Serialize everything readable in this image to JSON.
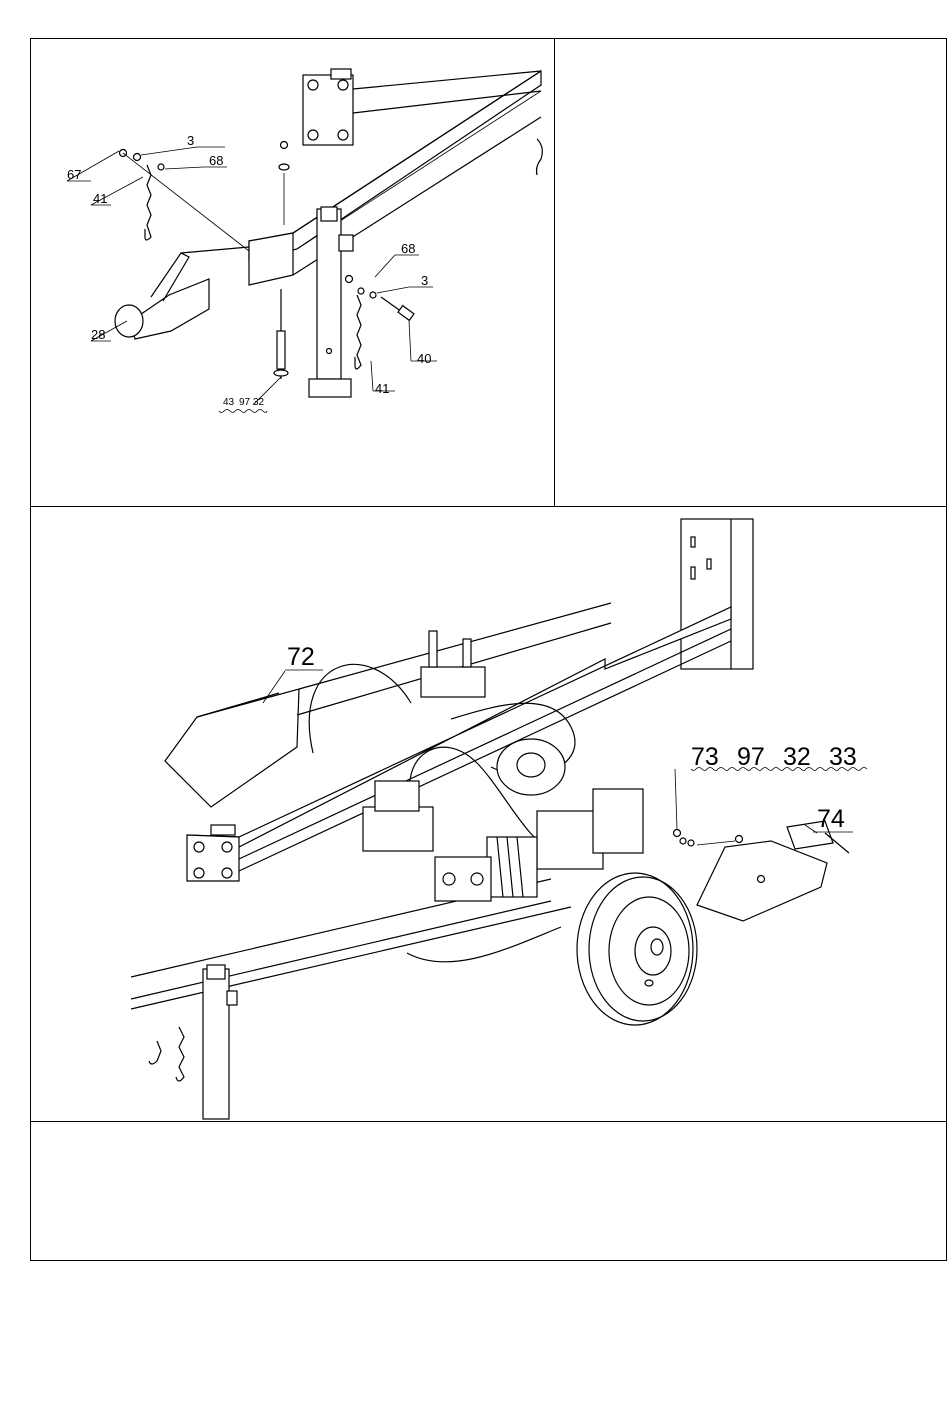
{
  "top_figure": {
    "callouts": {
      "c67": "67",
      "c3a": "3",
      "c68a": "68",
      "c41a": "41",
      "c28": "28",
      "c68b": "68",
      "c3b": "3",
      "c40": "40",
      "c41b": "41",
      "c43": "43",
      "c97": "97",
      "c32": "32"
    }
  },
  "bottom_figure": {
    "callouts": {
      "c72": "72",
      "c73": "73",
      "c97": "97",
      "c32": "32",
      "c33": "33",
      "c74": "74"
    }
  }
}
